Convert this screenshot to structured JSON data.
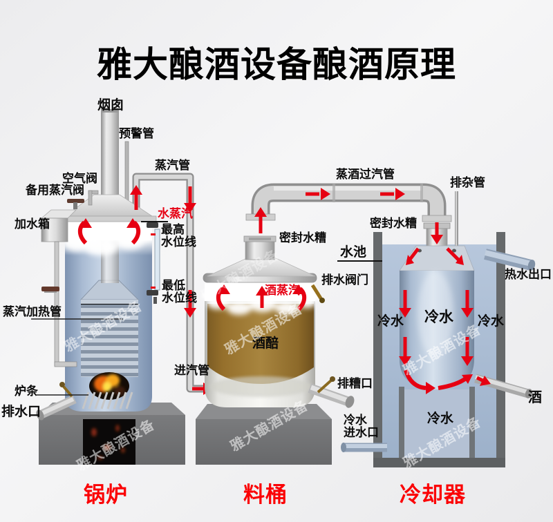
{
  "title": "雅大酿酒设备酿酒原理",
  "watermark": "雅大酿酒设备",
  "colors": {
    "arrow_red": "#e60012",
    "caption_red": "#fb0205",
    "label_black": "#0b0b0b",
    "boiler_blue": "#9db0c9",
    "water_blue": "#a9bdd8",
    "mash_brown": "#9a7434",
    "metal_gray": "#d6d6d6",
    "plinth_gray": "#6e6f71"
  },
  "boiler": {
    "caption": "锅炉",
    "chimney": "烟囱",
    "warning_pipe": "预警管",
    "steam_pipe": "蒸汽管",
    "air_valve": "空气阀",
    "backup_steam_valve": "备用蒸汽阀",
    "water_tank": "加水箱",
    "water_steam": "水蒸汽",
    "max_level_1": "最高",
    "max_level_2": "水位线",
    "min_level_1": "最低",
    "min_level_2": "水位线",
    "heating_pipe": "蒸汽加热管",
    "grate": "炉条",
    "drain": "排水口",
    "inlet_pipe": "进汽管"
  },
  "barrel": {
    "caption": "料桶",
    "over_steam_pipe": "蒸酒过汽管",
    "sealed_trough": "密封水糟",
    "drain_valve": "排水阀门",
    "liquor_steam": "酒蒸汽",
    "mash": "酒醅",
    "residue_outlet": "排糟口"
  },
  "cooler": {
    "caption": "冷却器",
    "waste_pipe": "排杂管",
    "sealed_trough": "密封水糟",
    "pool": "水池",
    "hot_water_outlet": "热水出口",
    "cold_water": "冷水",
    "liquor": "酒",
    "inlet_1": "冷水",
    "inlet_2": "进水口"
  }
}
